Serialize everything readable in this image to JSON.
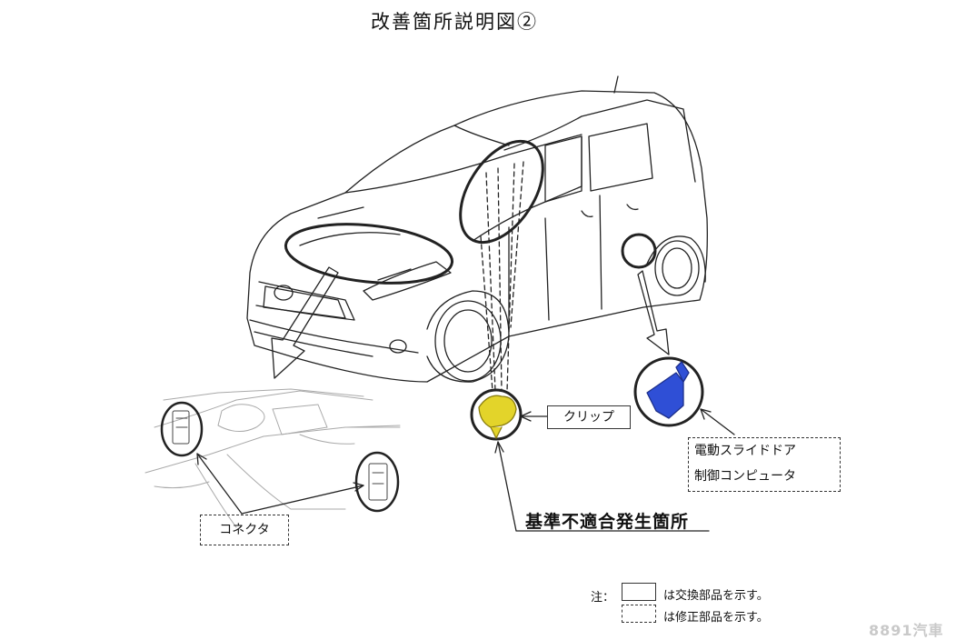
{
  "title": "改善箇所説明図②",
  "labels": {
    "clip": "クリップ",
    "ecu_line1": "電動スライドドア",
    "ecu_line2": "制御コンピュータ",
    "connector": "コネクタ",
    "defect_location": "基準不適合発生箇所"
  },
  "legend": {
    "prefix": "注：",
    "solid_box_text": "は交換部品を示す。",
    "dashed_box_text": "は修正部品を示す。"
  },
  "watermark": "8891汽車",
  "colors": {
    "clip_yellow": "#e3d42a",
    "ecu_blue": "#2f4fd6",
    "line": "#222222"
  }
}
